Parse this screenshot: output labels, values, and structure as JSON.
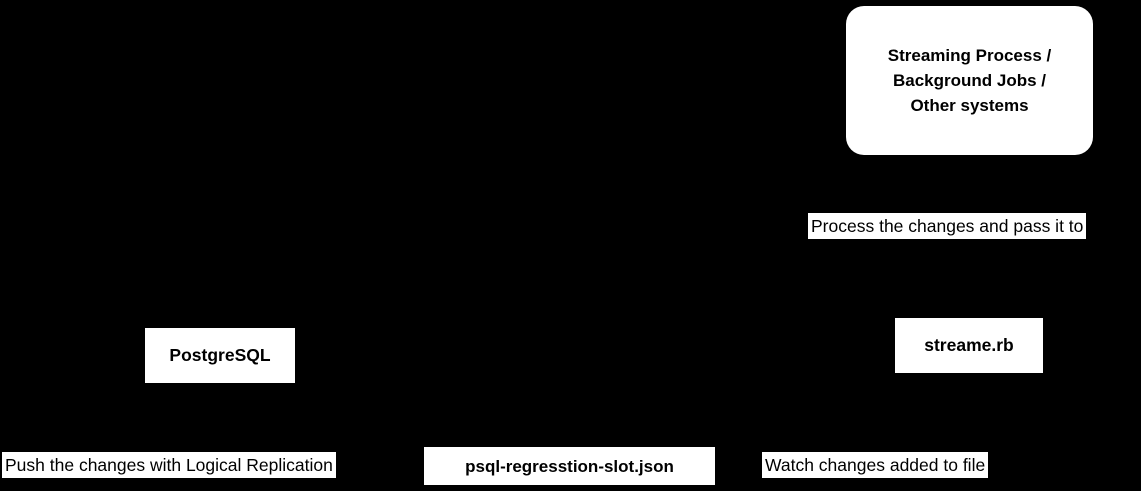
{
  "diagram": {
    "background_color": "#000000",
    "node_fill_color": "#ffffff",
    "node_text_color": "#000000",
    "nodes": {
      "streaming": {
        "line1": "Streaming Process /",
        "line2": "Background Jobs /",
        "line3": "Other systems"
      },
      "postgresql": {
        "label": "PostgreSQL"
      },
      "streame": {
        "label": "streame.rb"
      },
      "slot_file": {
        "label": "psql-regresstion-slot.json"
      }
    },
    "edge_labels": {
      "process_changes": "Process the changes and pass it to",
      "push_changes": "Push the changes with Logical Replication",
      "watch_changes": "Watch changes added to file"
    }
  }
}
